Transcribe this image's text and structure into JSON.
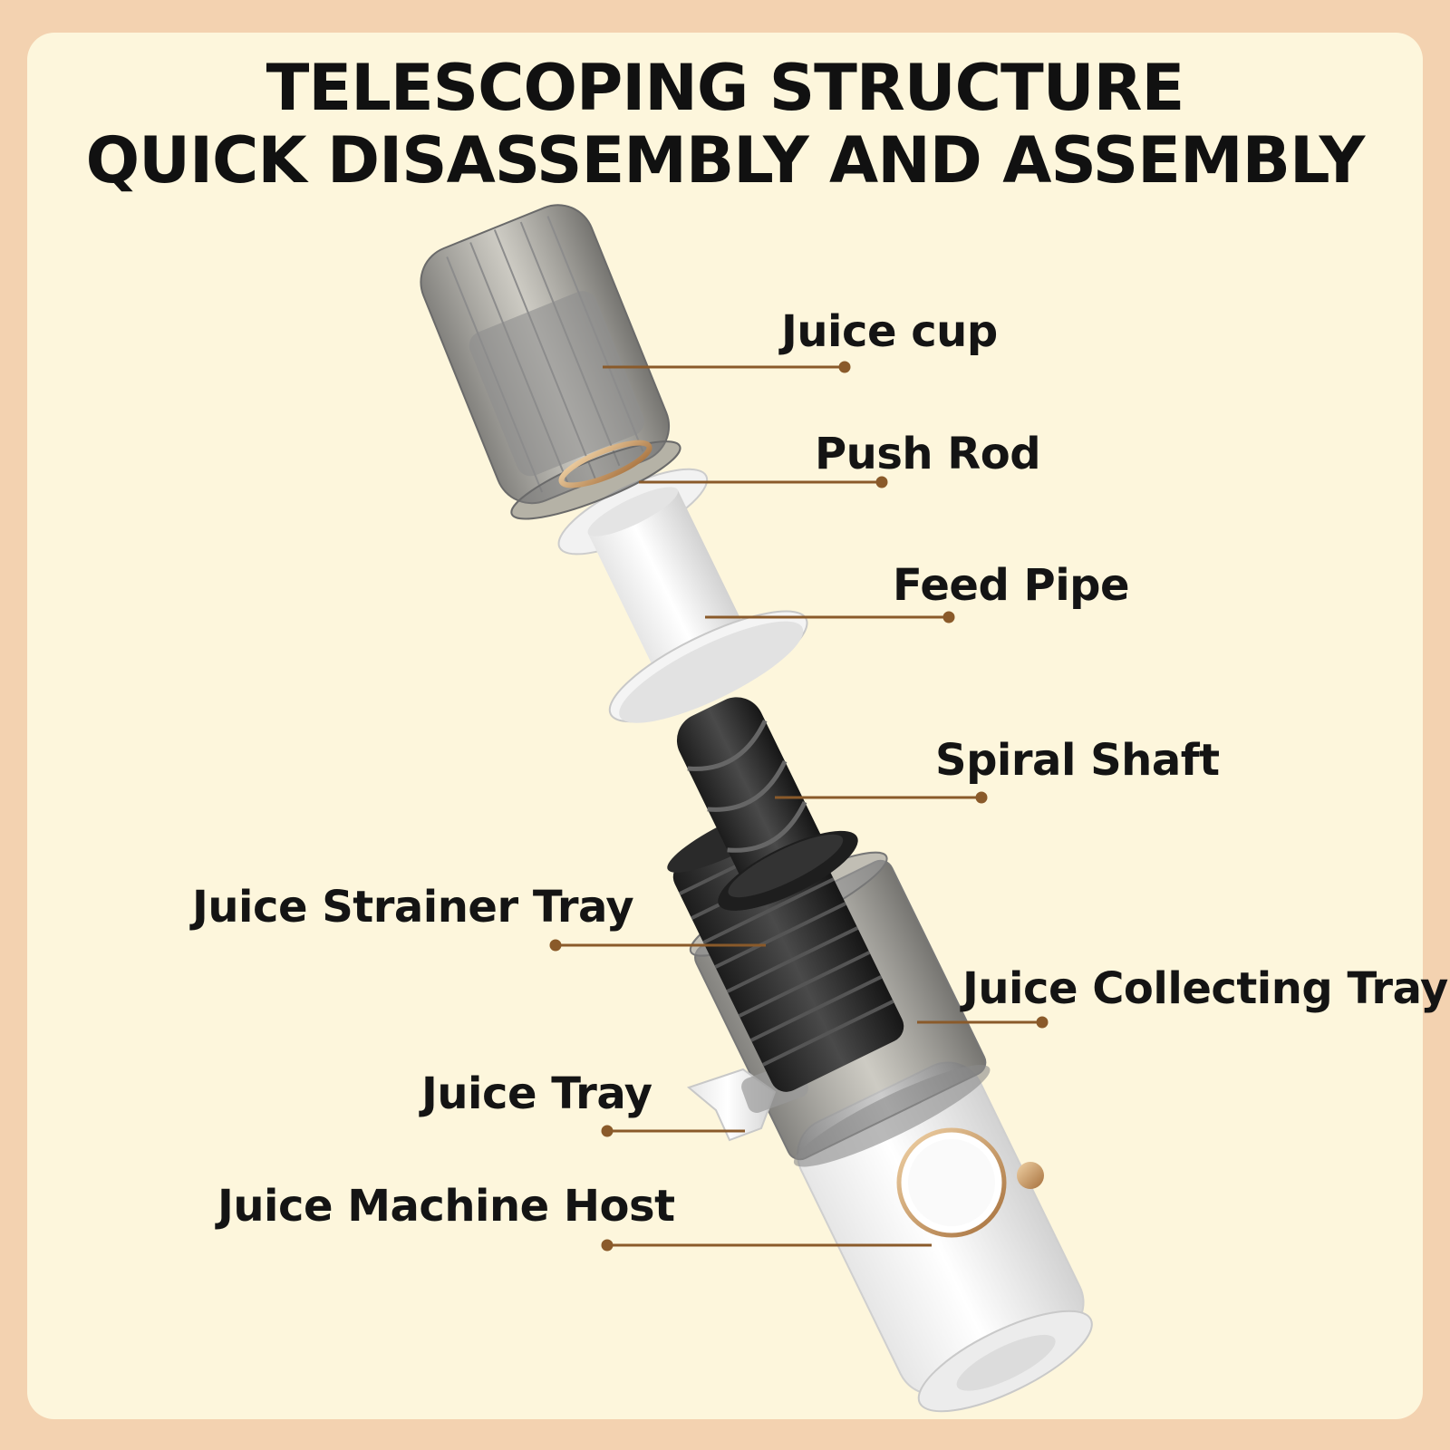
{
  "title": {
    "line1": "TELESCOPING STRUCTURE",
    "line2": "QUICK DISASSEMBLY AND ASSEMBLY"
  },
  "parts": {
    "juice_cup": "Juice cup",
    "push_rod": "Push Rod",
    "feed_pipe": "Feed Pipe",
    "spiral_shaft": "Spiral Shaft",
    "juice_strainer_tray": "Juice Strainer Tray",
    "juice_collecting_tray": "Juice Collecting Tray",
    "juice_tray": "Juice Tray",
    "juice_machine_host": "Juice Machine Host"
  },
  "colors": {
    "frame": "#f3d2b0",
    "panel": "#fdf6dc",
    "leader_line": "#8a5a2a",
    "accent_gold": "#c99a66"
  }
}
